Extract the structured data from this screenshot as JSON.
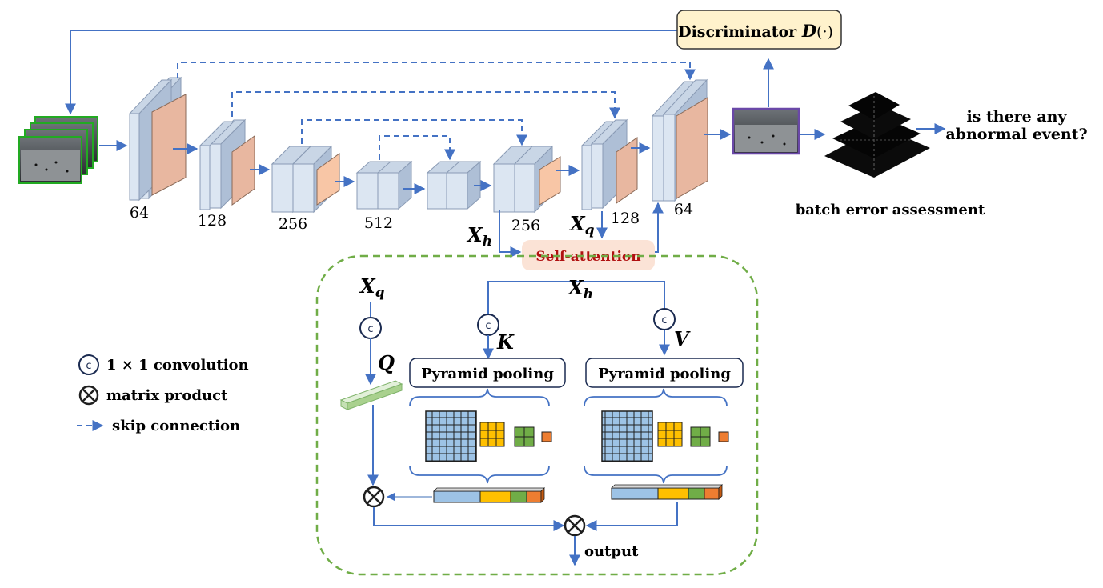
{
  "discriminator": {
    "label": "Discriminator ",
    "fn": "D",
    "args": "(·)"
  },
  "encoder_channels": [
    "64",
    "128",
    "256",
    "512"
  ],
  "decoder_channels": [
    "256",
    "128",
    "64"
  ],
  "vars": {
    "x": "X",
    "h": "h",
    "q": "q"
  },
  "self_attention": "Self-attention",
  "batch_error": "batch error assessment",
  "question_line1": "is there any",
  "question_line2": "abnormal event?",
  "attention": {
    "q_label": "Q",
    "k_label": "K",
    "v_label": "V",
    "conv_symbol": "c",
    "pyramid_label": "Pyramid pooling",
    "output_label": "output"
  },
  "legend": {
    "conv": "1 × 1 convolution",
    "matrix": "matrix product",
    "skip": "skip connection"
  },
  "colors": {
    "arrow": "#4472c4",
    "block_face": "#dce6f2",
    "block_outline": "#8a9bb5",
    "feature": "#e8b7a0",
    "dashed_frame": "#70ad47",
    "self_attention_fill": "#fbe3d6",
    "discriminator_fill": "#fff2cc",
    "grid_blue": "#9dc3e6",
    "grid_yellow": "#ffc000",
    "grid_green": "#70ad47",
    "grid_orange": "#ed7d31"
  }
}
